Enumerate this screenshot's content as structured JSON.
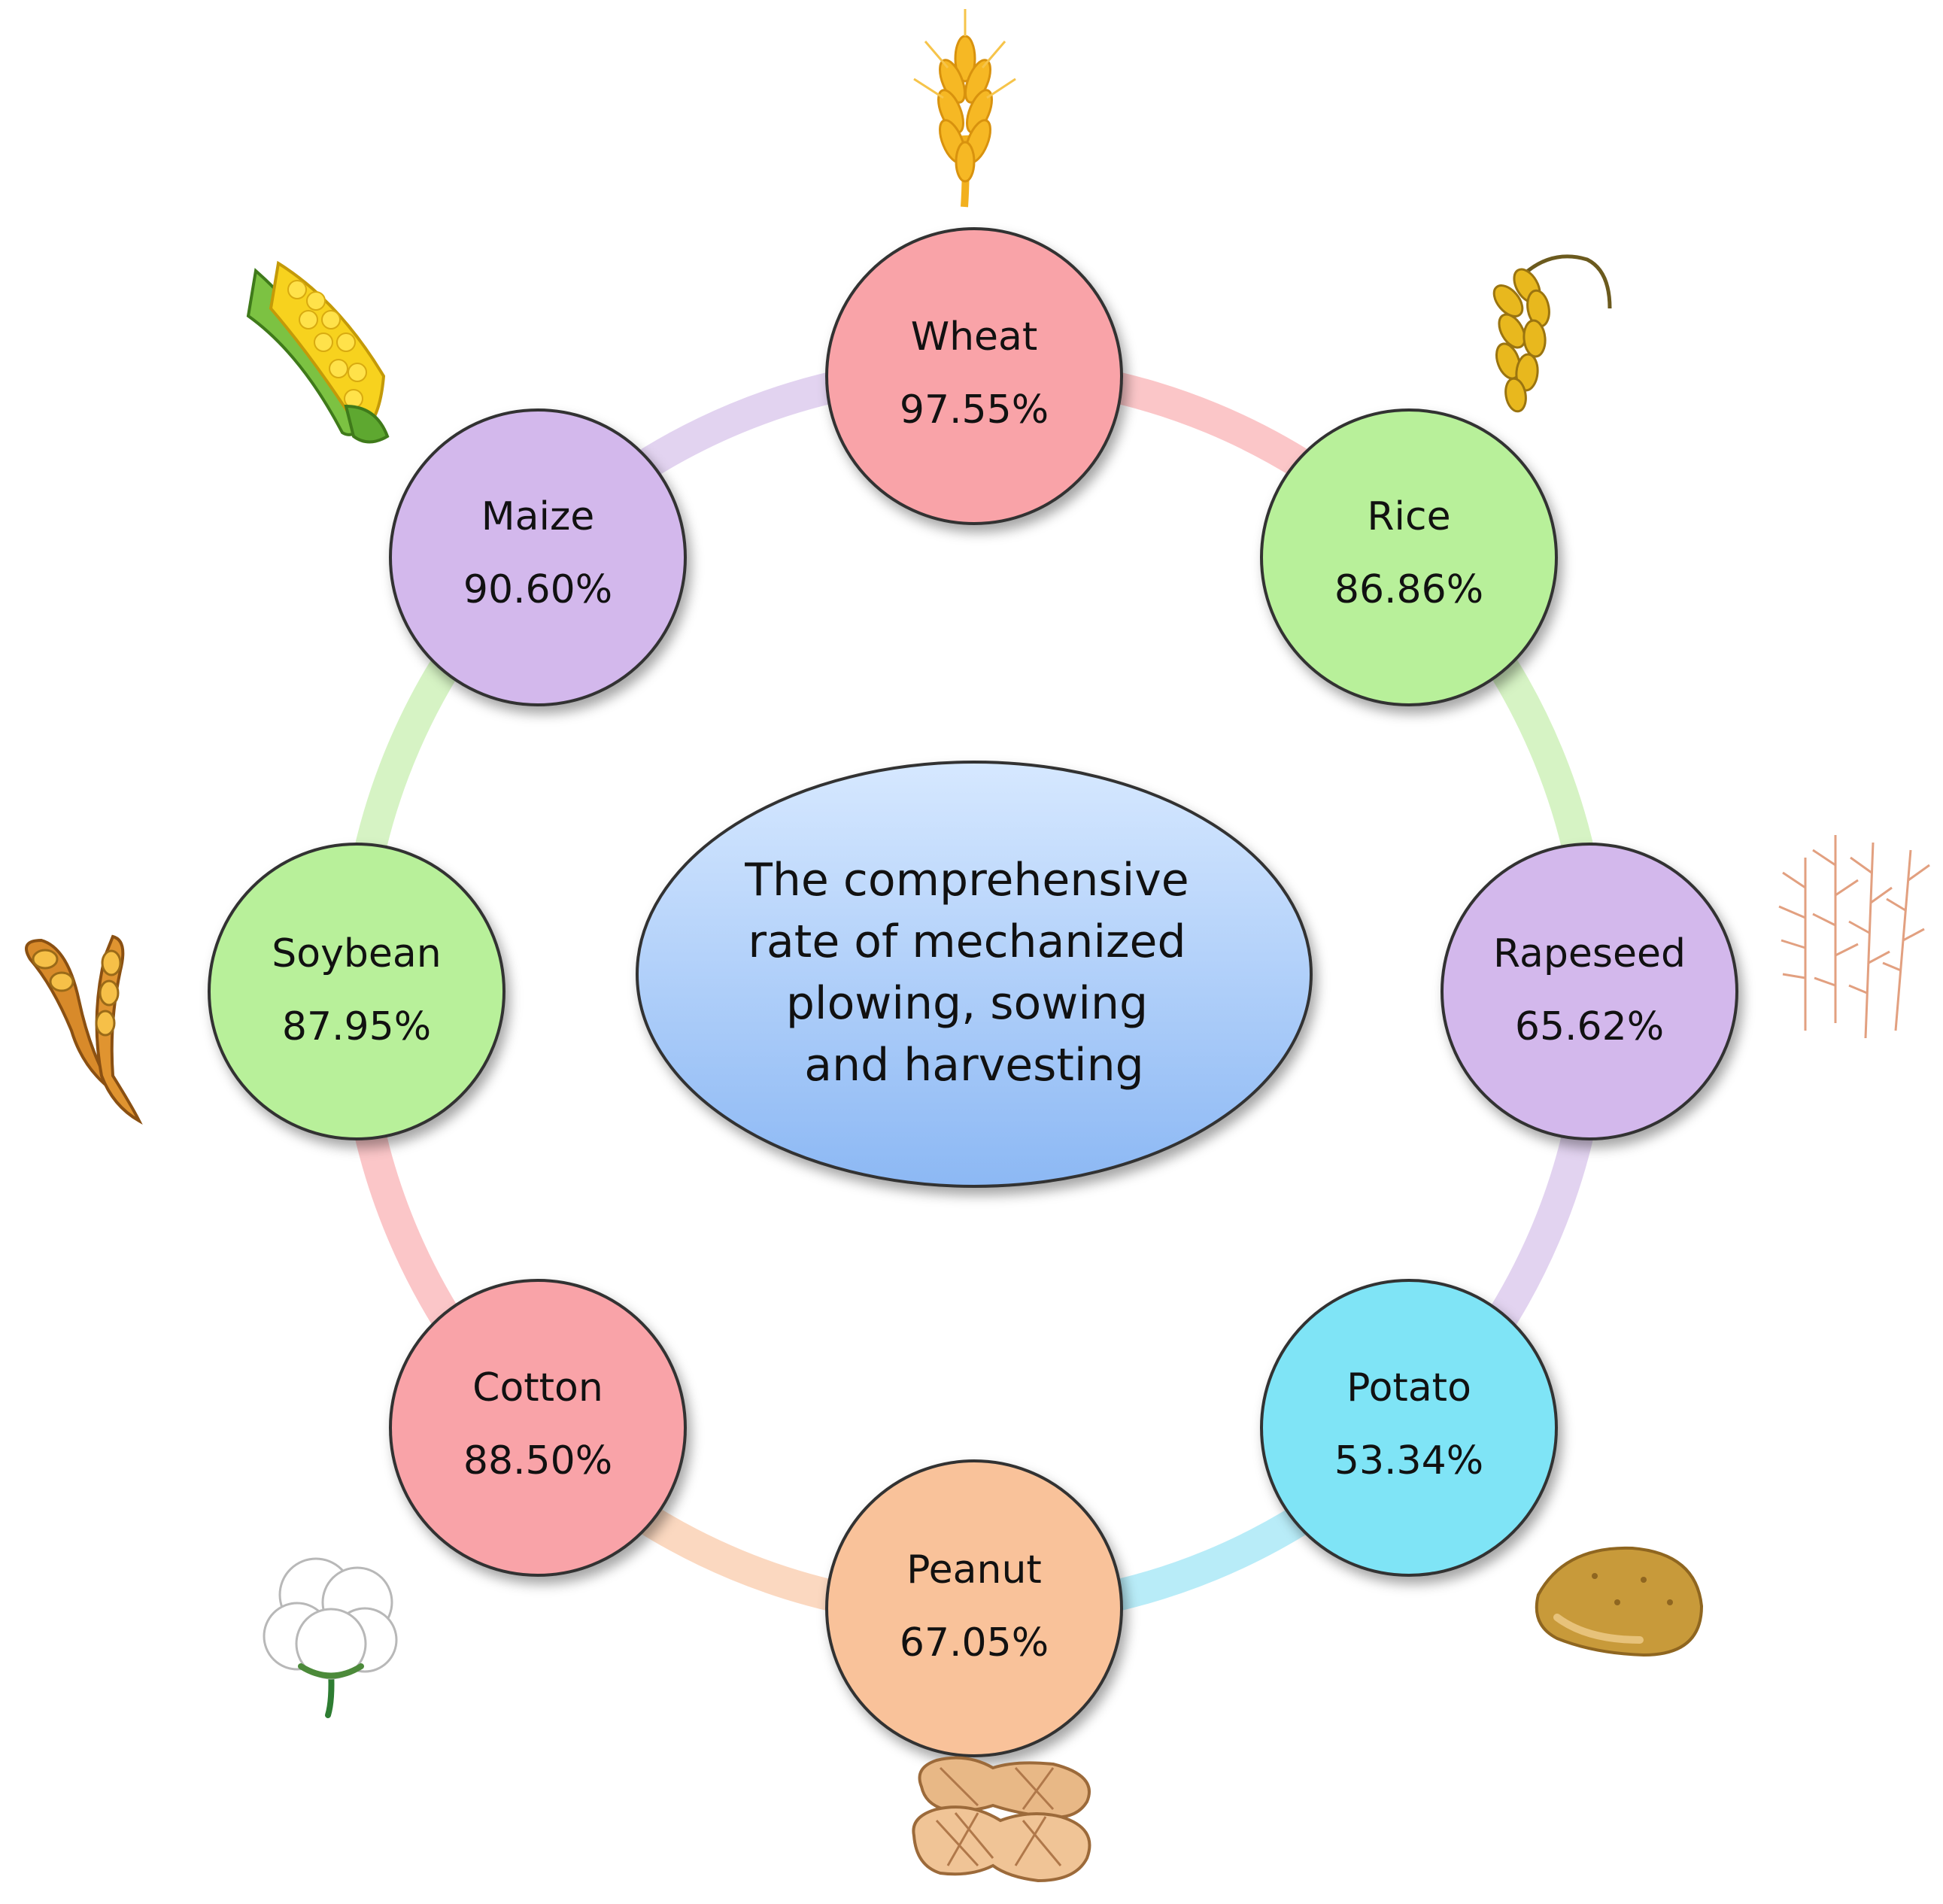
{
  "center": {
    "lines": [
      "The comprehensive",
      "rate of mechanized",
      "plowing, sowing",
      "and harvesting"
    ]
  },
  "nodes": [
    {
      "id": "wheat",
      "label": "Wheat",
      "value": "97.55%",
      "fill": "#f9a3a8",
      "icon": "wheat-ear-icon"
    },
    {
      "id": "rice",
      "label": "Rice",
      "value": "86.86%",
      "fill": "#b8f09a",
      "icon": "rice-panicle-icon"
    },
    {
      "id": "rapeseed",
      "label": "Rapeseed",
      "value": "65.62%",
      "fill": "#d3b8ec",
      "icon": "rapeseed-plant-icon"
    },
    {
      "id": "potato",
      "label": "Potato",
      "value": "53.34%",
      "fill": "#7fe4f6",
      "icon": "potato-icon"
    },
    {
      "id": "peanut",
      "label": "Peanut",
      "value": "67.05%",
      "fill": "#f9c29a",
      "icon": "peanut-icon"
    },
    {
      "id": "cotton",
      "label": "Cotton",
      "value": "88.50%",
      "fill": "#f9a3a8",
      "icon": "cotton-boll-icon"
    },
    {
      "id": "soybean",
      "label": "Soybean",
      "value": "87.95%",
      "fill": "#b8f09a",
      "icon": "soybean-pod-icon"
    },
    {
      "id": "maize",
      "label": "Maize",
      "value": "90.60%",
      "fill": "#d3b8ec",
      "icon": "maize-cob-icon"
    }
  ],
  "ring_segments": [
    {
      "from": "wheat",
      "to": "rice",
      "color": "#fbc6c8"
    },
    {
      "from": "rice",
      "to": "rapeseed",
      "color": "#d6f3c4"
    },
    {
      "from": "rapeseed",
      "to": "potato",
      "color": "#e2d3f0"
    },
    {
      "from": "potato",
      "to": "peanut",
      "color": "#b8ecf8"
    },
    {
      "from": "peanut",
      "to": "cotton",
      "color": "#fbd8c0"
    },
    {
      "from": "cotton",
      "to": "soybean",
      "color": "#fbc6c8"
    },
    {
      "from": "soybean",
      "to": "maize",
      "color": "#d6f3c4"
    },
    {
      "from": "maize",
      "to": "wheat",
      "color": "#e2d3f0"
    }
  ],
  "center_colors": {
    "top": "#d6e8ff",
    "bottom": "#8cb8f4"
  }
}
